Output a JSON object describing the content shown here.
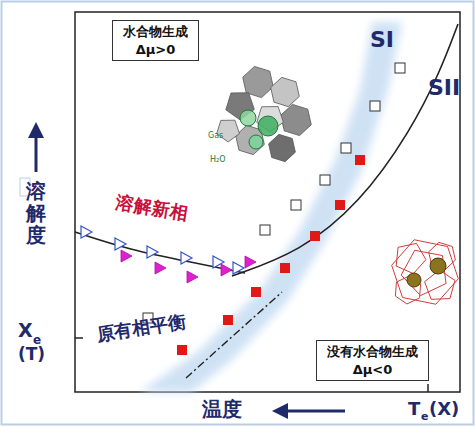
{
  "diagram": {
    "nodes": [
      {
        "text": [
          "水合物生成",
          "Δμ>0"
        ]
      },
      {
        "text": [
          "没有水合物生成",
          "Δμ<0"
        ]
      }
    ],
    "labels": [
      "SI",
      "SII",
      "溶解新相",
      "原有相平衡",
      "溶解度",
      "温度",
      "X",
      "e",
      "(T)",
      "T",
      "e",
      "(X)",
      "Gas",
      "H₂O"
    ]
  }
}
